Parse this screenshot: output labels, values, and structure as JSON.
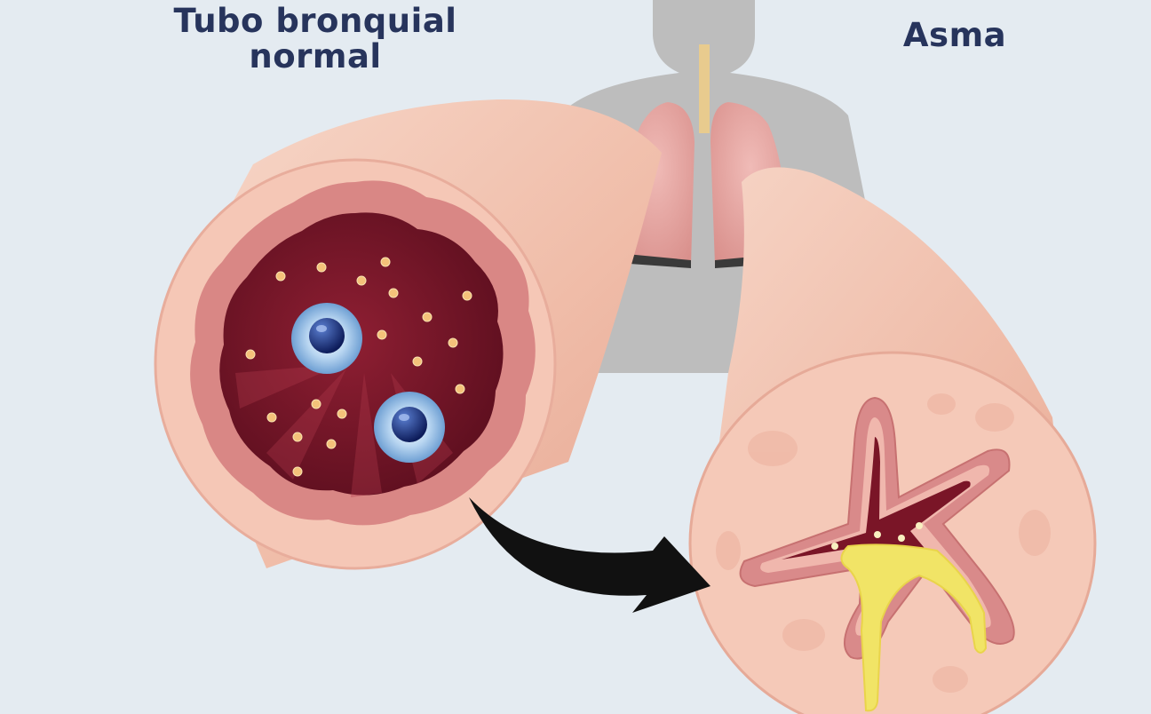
{
  "labels": {
    "normal_line1": "Tubo bronquial",
    "normal_line2": "normal",
    "asthma": "Asma"
  },
  "colors": {
    "background": "#e4ebf1",
    "silhouette": "#b9b9b9",
    "lung": "#e6a8a4",
    "tube_outer": "#f2c5b3",
    "wall": "#f6d2c3",
    "lining": "#d98c8c",
    "lumen": "#7a1527",
    "mucus": "#f1e466",
    "arrow": "#111111",
    "label_text": "#27345c"
  },
  "icons": [
    "human-silhouette-icon",
    "lungs-icon",
    "trachea-icon",
    "curved-arrow-icon",
    "immune-cell-icon"
  ]
}
